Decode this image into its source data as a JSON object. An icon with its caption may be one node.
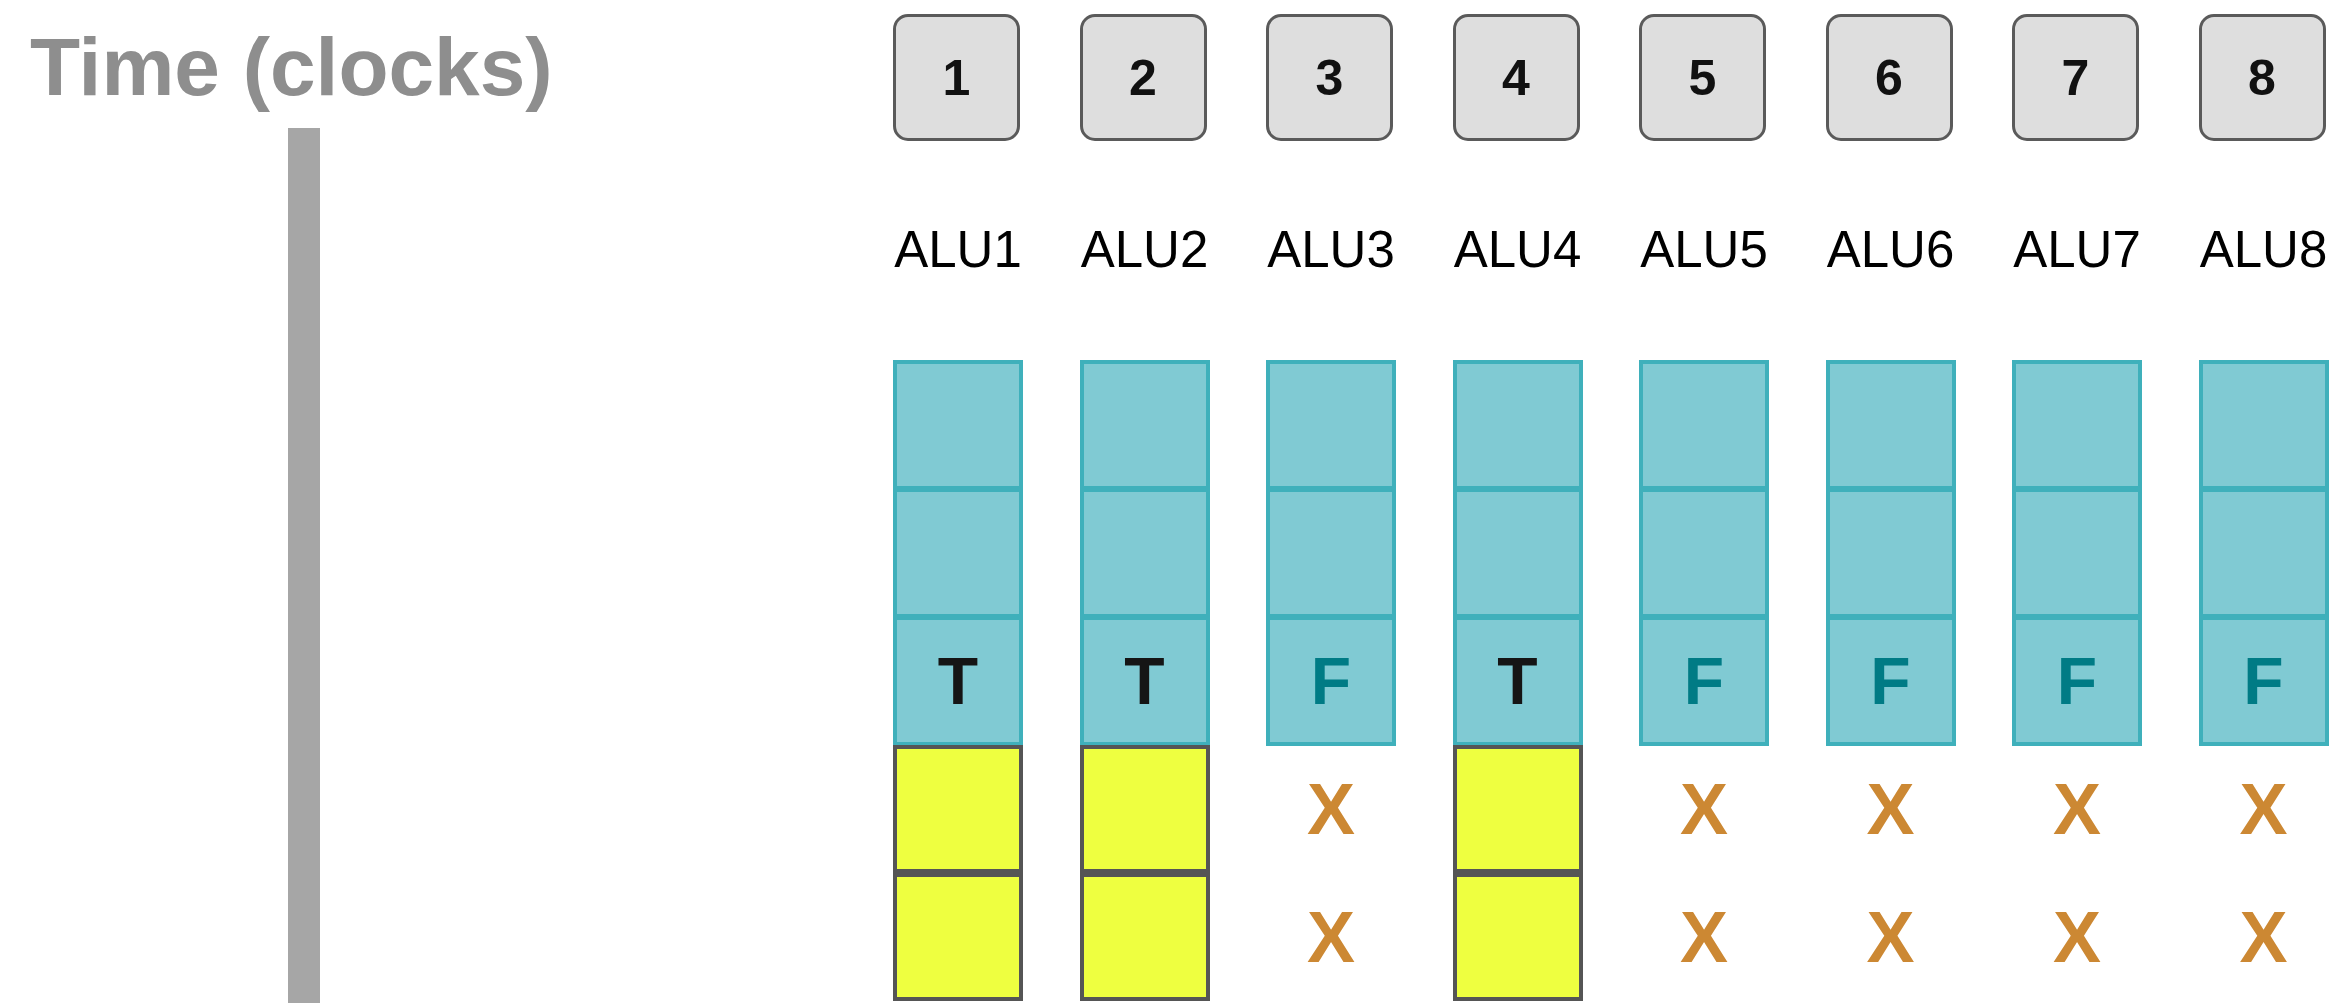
{
  "diagram": {
    "nodes": [
      {
        "text": [
          "1"
        ]
      },
      {
        "text": [
          "2"
        ]
      },
      {
        "text": [
          "3"
        ]
      },
      {
        "text": [
          "4"
        ]
      },
      {
        "text": [
          "5"
        ]
      },
      {
        "text": [
          "6"
        ]
      },
      {
        "text": [
          "7"
        ]
      },
      {
        "text": [
          "8"
        ]
      },
      {
        "text": [],
        "shape": "box"
      },
      {
        "text": [],
        "shape": "box"
      },
      {
        "text": [],
        "shape": "box"
      },
      {
        "text": [],
        "shape": "box"
      },
      {
        "text": [],
        "shape": "box"
      },
      {
        "text": [],
        "shape": "box"
      },
      {
        "text": [],
        "shape": "box"
      },
      {
        "text": [],
        "shape": "box"
      },
      {
        "text": [],
        "shape": "box"
      },
      {
        "text": [],
        "shape": "box"
      },
      {
        "text": [],
        "shape": "box"
      },
      {
        "text": [],
        "shape": "box"
      },
      {
        "text": [],
        "shape": "box"
      },
      {
        "text": [],
        "shape": "box"
      },
      {
        "text": [],
        "shape": "box"
      },
      {
        "text": [],
        "shape": "box"
      },
      {
        "text": [
          "T"
        ]
      },
      {
        "text": [
          "T"
        ]
      },
      {
        "text": [
          "F"
        ]
      },
      {
        "text": [
          "T"
        ]
      },
      {
        "text": [
          "F"
        ]
      },
      {
        "text": [
          "F"
        ]
      },
      {
        "text": [
          "F"
        ]
      },
      {
        "text": [
          "F"
        ]
      },
      {
        "text": [],
        "shape": "box"
      },
      {
        "text": [],
        "shape": "box"
      },
      {
        "text": [],
        "shape": "box"
      },
      {
        "text": [],
        "shape": "box"
      },
      {
        "text": [],
        "shape": "box"
      },
      {
        "text": [],
        "shape": "box"
      },
      {
        "text": [],
        "shape": "bar"
      }
    ],
    "labels": [
      "Time (clocks)",
      "ALU1",
      "ALU2",
      "ALU3",
      "ALU4",
      "ALU5",
      "ALU6",
      "ALU7",
      "ALU8",
      "X",
      "X",
      "X",
      "X",
      "X",
      "X",
      "X",
      "X",
      "X",
      "X"
    ]
  }
}
